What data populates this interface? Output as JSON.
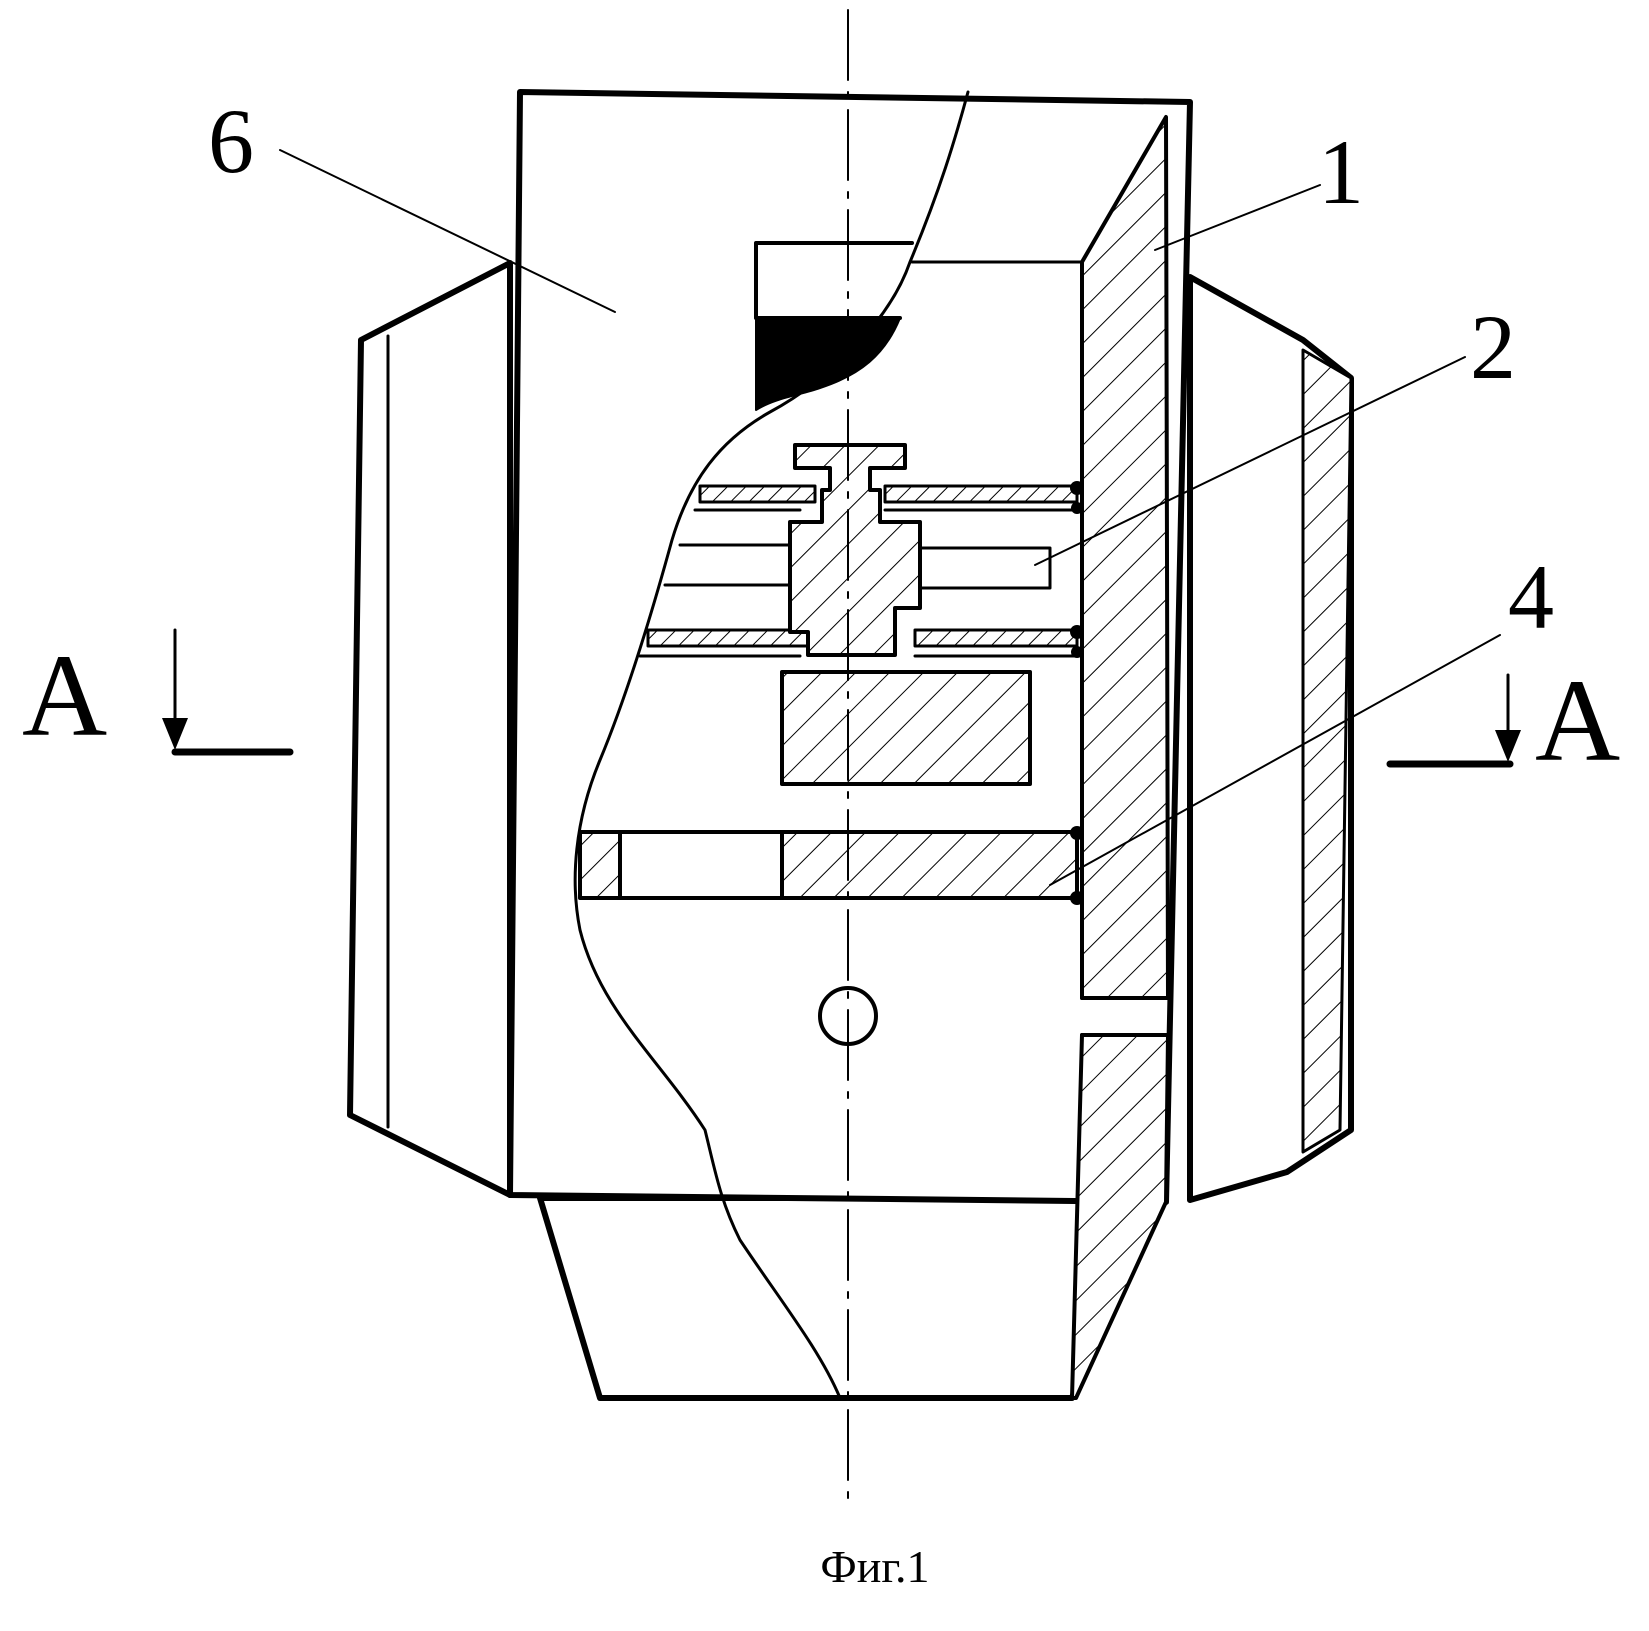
{
  "labels": {
    "part_1": "1",
    "part_2": "2",
    "part_4": "4",
    "part_6": "6",
    "section_left": "A",
    "section_right": "A"
  },
  "caption": "Фиг.1",
  "colors": {
    "ink": "#000000",
    "paper": "#ffffff"
  }
}
